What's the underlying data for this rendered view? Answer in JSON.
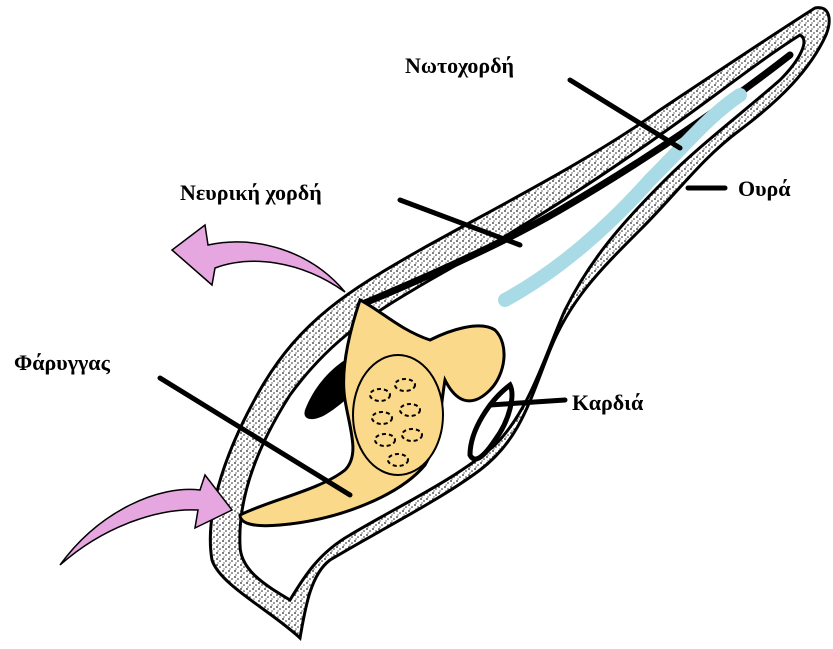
{
  "labels": {
    "notochord": "Νωτοχορδή",
    "nerve_cord": "Νευρική χορδή",
    "tail": "Ουρά",
    "pharynx": "Φάρυγγας",
    "heart": "Καρδιά"
  },
  "colors": {
    "outline": "#000000",
    "body_fill": "#ffffff",
    "skin_speckle": "#222222",
    "pharynx": "#fbd98a",
    "notochord": "#a8dbe6",
    "arrow": "#e6a6e0"
  },
  "icons": {
    "water_in": "arrow-in-icon",
    "water_out": "arrow-out-icon"
  }
}
